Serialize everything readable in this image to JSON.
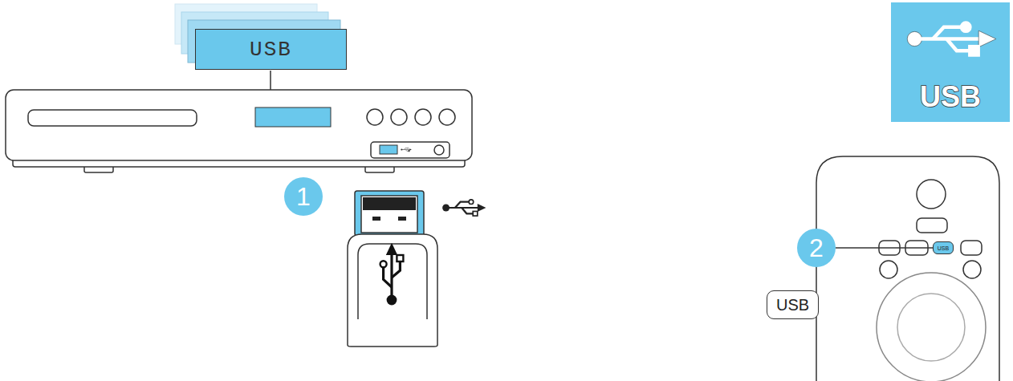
{
  "diagram": {
    "nodes": [
      {
        "text": [
          "USB"
        ]
      },
      {
        "text": [
          "USB"
        ]
      },
      {
        "text": [
          "1"
        ]
      },
      {
        "text": [
          "2"
        ]
      },
      {
        "text": [
          "USB"
        ]
      },
      {
        "text": [
          "USB"
        ]
      }
    ],
    "edges": [
      {
        "from": 3,
        "to": 4,
        "arrow": "none"
      }
    ]
  }
}
